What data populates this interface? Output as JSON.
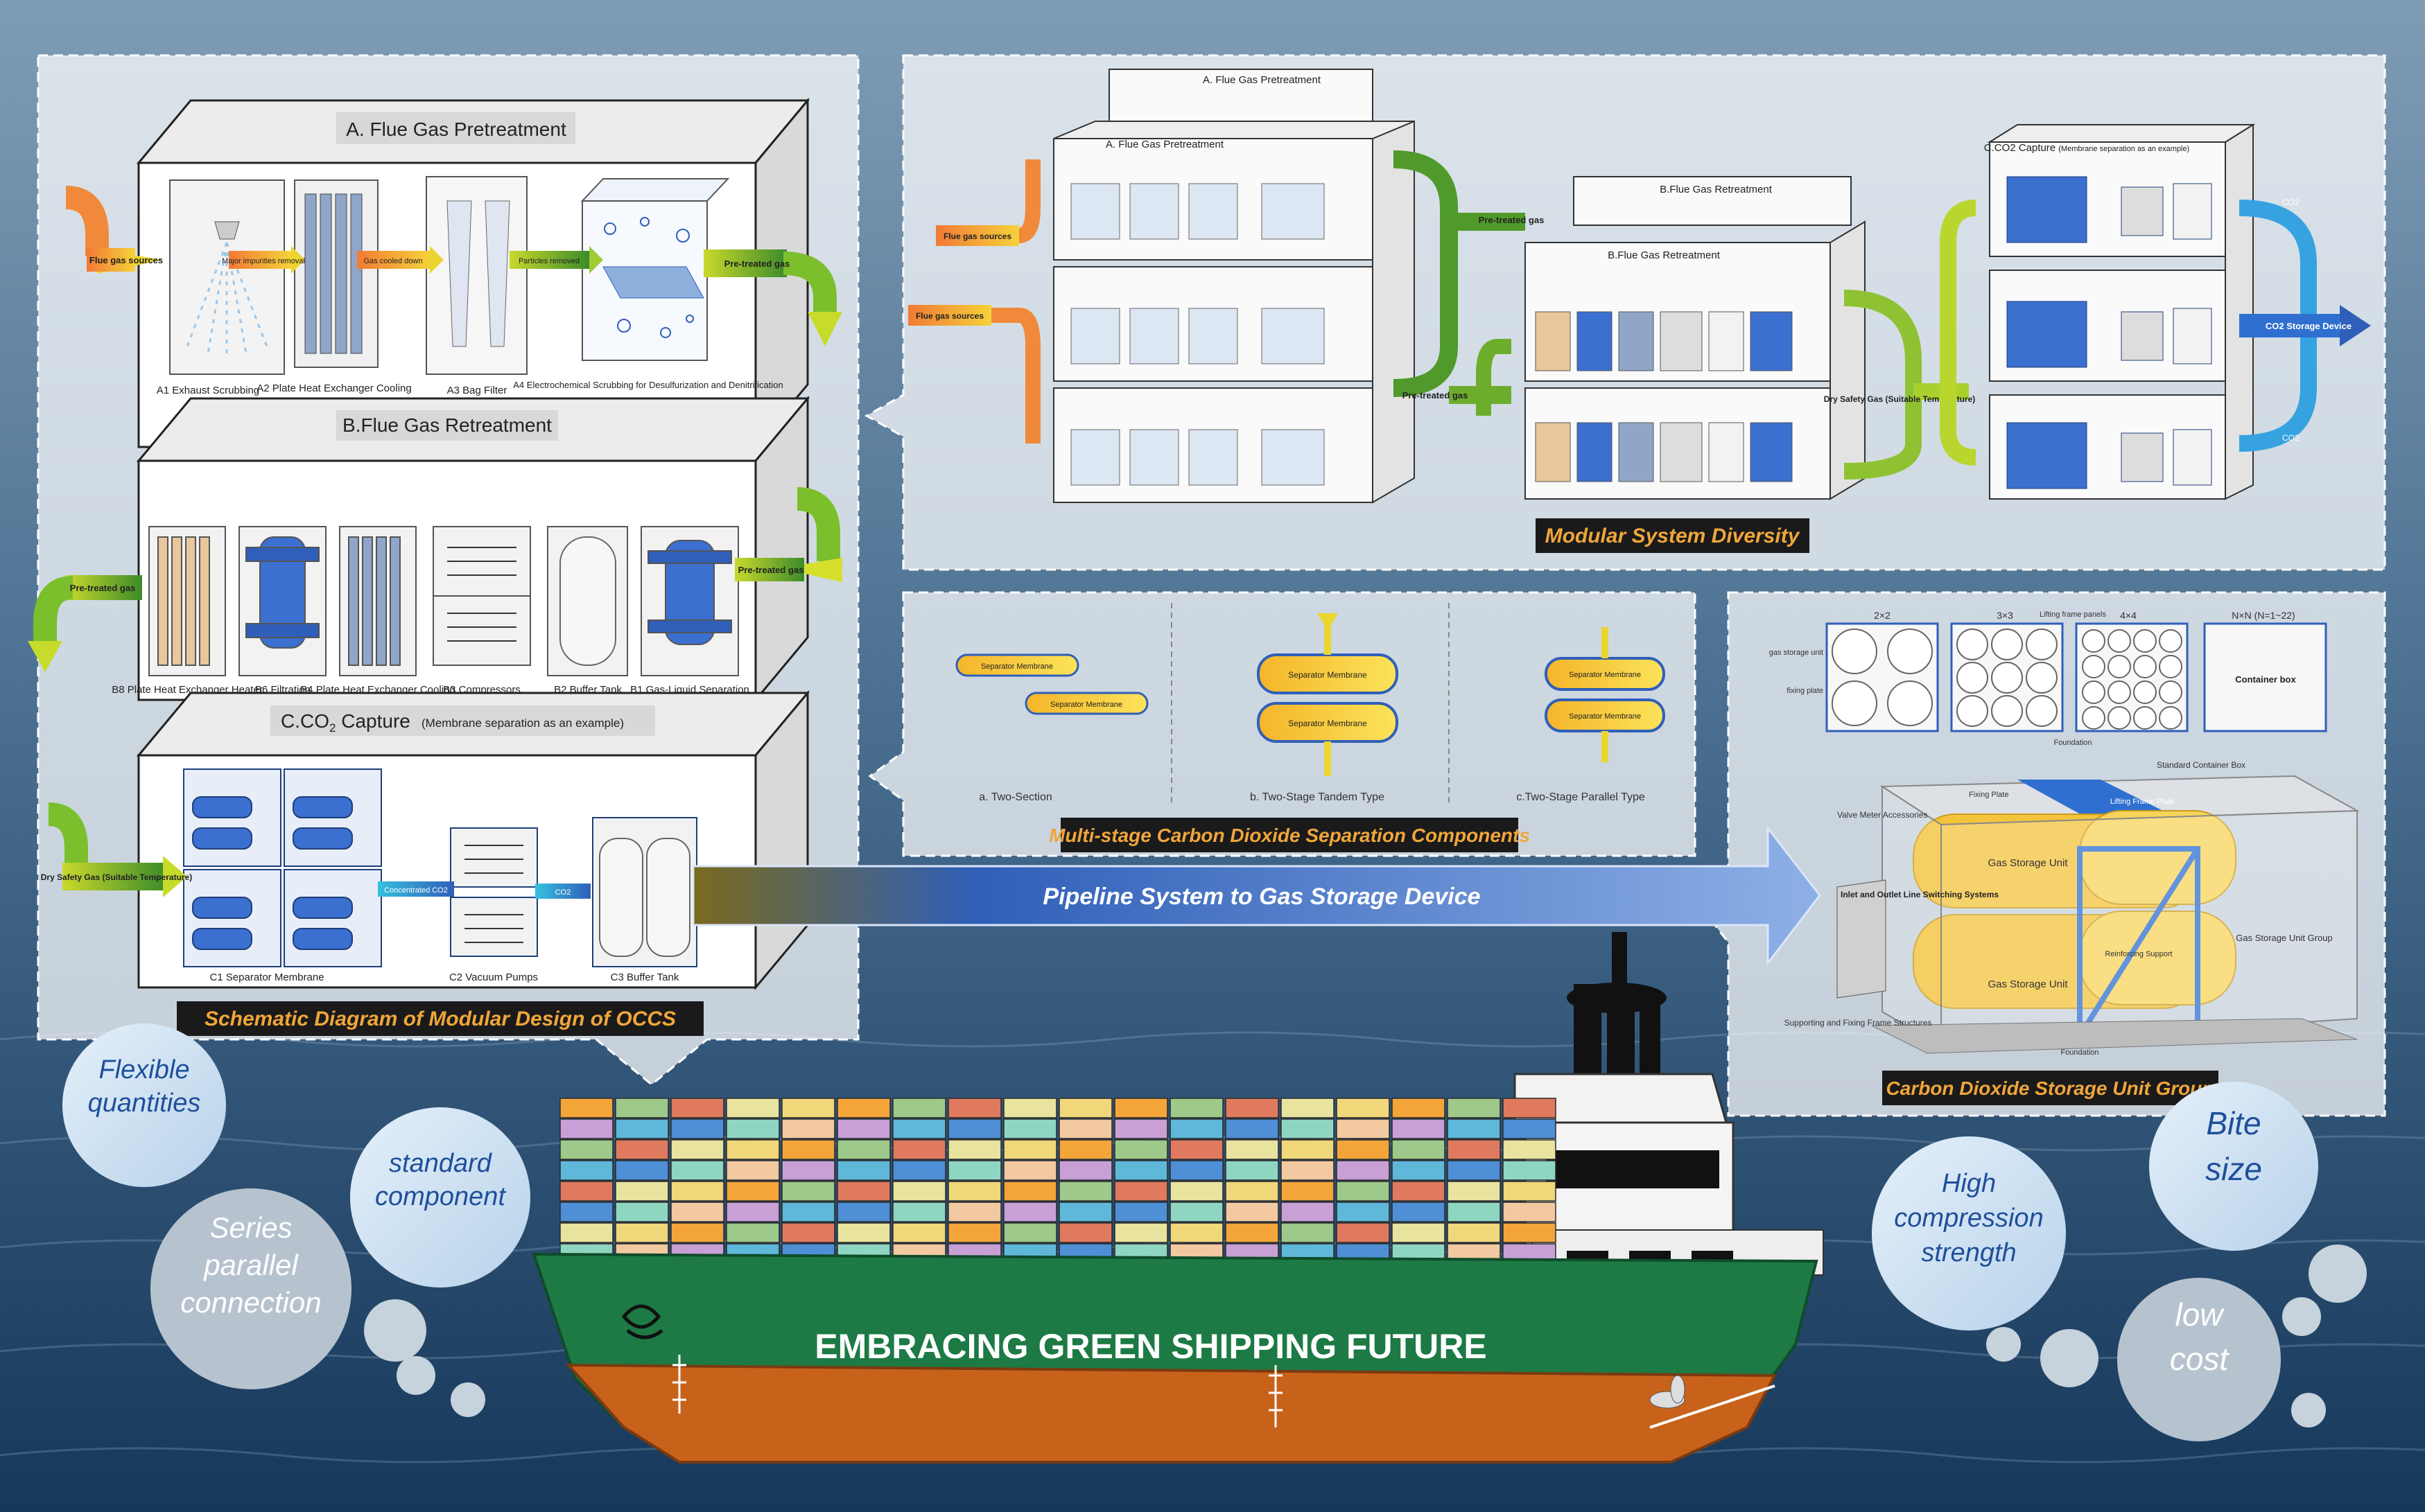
{
  "occs": {
    "caption": "Schematic Diagram of Modular Design of OCCS",
    "a": {
      "title": "A. Flue Gas Pretreatment",
      "flue_gas_sources": "Flue gas sources",
      "major_impurities": "Major impurities removal",
      "gas_cooled": "Gas cooled down",
      "particles_removed": "Particles removed",
      "pre_treated": "Pre-treated gas",
      "a1": "A1 Exhaust Scrubbing",
      "a2": "A2 Plate Heat Exchanger Cooling",
      "a3": "A3 Bag Filter",
      "a4": "A4 Electrochemical Scrubbing for Desulfurization and Denitrification"
    },
    "b": {
      "title": "B.Flue Gas Retreatment",
      "pre_treated_in": "Pre-treated gas",
      "pre_treated_out": "Pre-treated gas",
      "b8": "B8 Plate Heat Exchanger Heater",
      "b6": "B6 Filtration",
      "b4": "B4 Plate Heat Exchanger Cooling",
      "b3": "B3 Compressors",
      "b2": "B2 Buffer Tank",
      "b1": "B1 Gas-Liquid Separation"
    },
    "c": {
      "title": "C.CO",
      "title_sub": "2",
      "title_rest": " Capture",
      "title_note": "(Membrane separation as an example)",
      "dry_gas": "Dry Safety Gas (Suitable Temperature)",
      "concentrated": "Concentrated CO2",
      "co2": "CO2",
      "c1": "C1 Separator Membrane",
      "c2": "C2 Vacuum Pumps",
      "c3": "C3 Buffer Tank"
    }
  },
  "modular": {
    "caption": "Modular System Diversity",
    "a_title": "A. Flue Gas Pretreatment",
    "b_title": "B.Flue Gas Retreatment",
    "c_title": "C.CO2 Capture",
    "c_note": "(Membrane separation as an example)",
    "flue_gas_sources": "Flue gas sources",
    "pre_treated": "Pre-treated gas",
    "dry_gas": "Dry Safety Gas (Suitable Temperature)",
    "co2": "CO2",
    "storage": "CO2 Storage Device"
  },
  "separation": {
    "caption": "Multi-stage Carbon Dioxide Separation Components",
    "membrane": "Separator Membrane",
    "a_label": "a. Two-Section",
    "b_label": "b. Two-Stage Tandem Type",
    "c_label": "c.Two-Stage Parallel Type"
  },
  "storage": {
    "caption": "Carbon Dioxide Storage Unit Group",
    "grid_labels": [
      "2×2",
      "3×3",
      "4×4",
      "N×N  (N=1~22)"
    ],
    "gas_storage_unit": "gas storage unit",
    "fixing_plate": "fixing plate",
    "lifting_frame_panels": "Lifting frame panels",
    "container_box": "Container box",
    "foundation": "Foundation",
    "standard_container_box": "Standard Container Box",
    "fixing_plate_2": "Fixing Plate",
    "lifting_frame_plate": "Lifting Frame Plate",
    "valve_meter": "Valve Meter Accessories",
    "inlet_outlet": "Inlet and Outlet Line Switching Systems",
    "unit_1": "Gas Storage Unit",
    "unit_2": "Gas Storage Unit",
    "group": "Gas Storage Unit Group",
    "reinforcing": "Reinforcing Support",
    "supporting": "Supporting and Fixing Frame Structures",
    "foundation_2": "Foundation"
  },
  "pipeline": "Pipeline System to Gas Storage Device",
  "ship_slogan": "EMBRACING GREEN SHIPPING FUTURE",
  "bubbles": {
    "flexible": "Flexible quantities",
    "standard": "standard component",
    "series": "Series parallel connection",
    "high": "High compression strength",
    "bite": "Bite size",
    "low": "low cost"
  },
  "colors": {
    "hull_green": "#1d7a45",
    "hull_orange": "#c8621b",
    "pipeline_blue": "#4f7ed1",
    "flow_orange": "#f08a3a",
    "flow_green": "#6cae2c",
    "membrane_blue": "#2f5fb8",
    "storage_yellow": "#f3c33c"
  }
}
